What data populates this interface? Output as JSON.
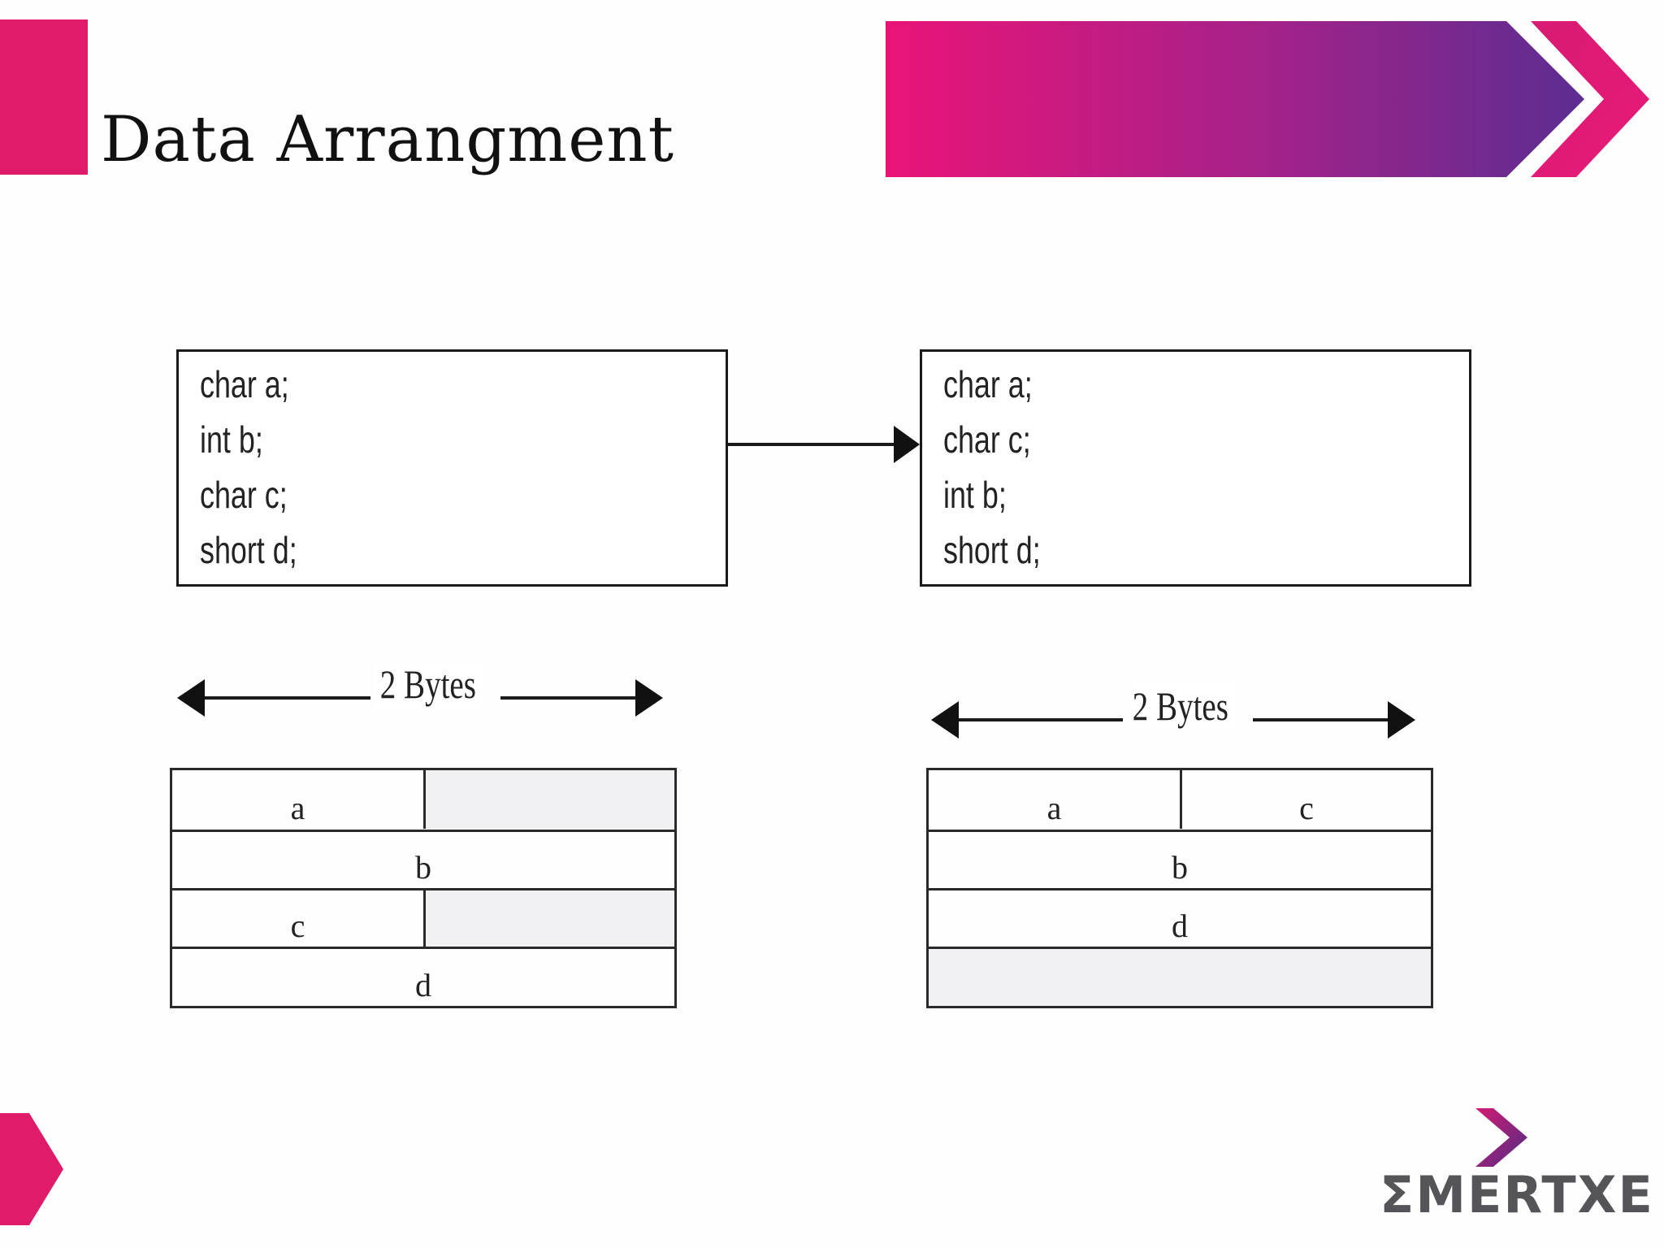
{
  "slide": {
    "title": "Data Arrangment"
  },
  "colors": {
    "accent_pink": "#e01b6a",
    "accent_purple": "#5a2c84",
    "gradient_start": "#ea1478",
    "gradient_end": "#5c2d91"
  },
  "diagram": {
    "original_code": [
      "char a;",
      "int b;",
      "char c;",
      "short d;"
    ],
    "reordered_code": [
      "char a;",
      "char c;",
      "int b;",
      "short d;"
    ],
    "left_width_label": "2 Bytes",
    "right_width_label": "2 Bytes",
    "left_memory": {
      "row0": {
        "left": "a",
        "right": ""
      },
      "row1": "b",
      "row2": {
        "left": "c",
        "right": ""
      },
      "row3": "d"
    },
    "right_memory": {
      "row0": {
        "left": "a",
        "right": "c"
      },
      "row1": "b",
      "row2": "d",
      "row3": ""
    }
  },
  "logo": {
    "brand_text": "ΣMERTXE"
  }
}
